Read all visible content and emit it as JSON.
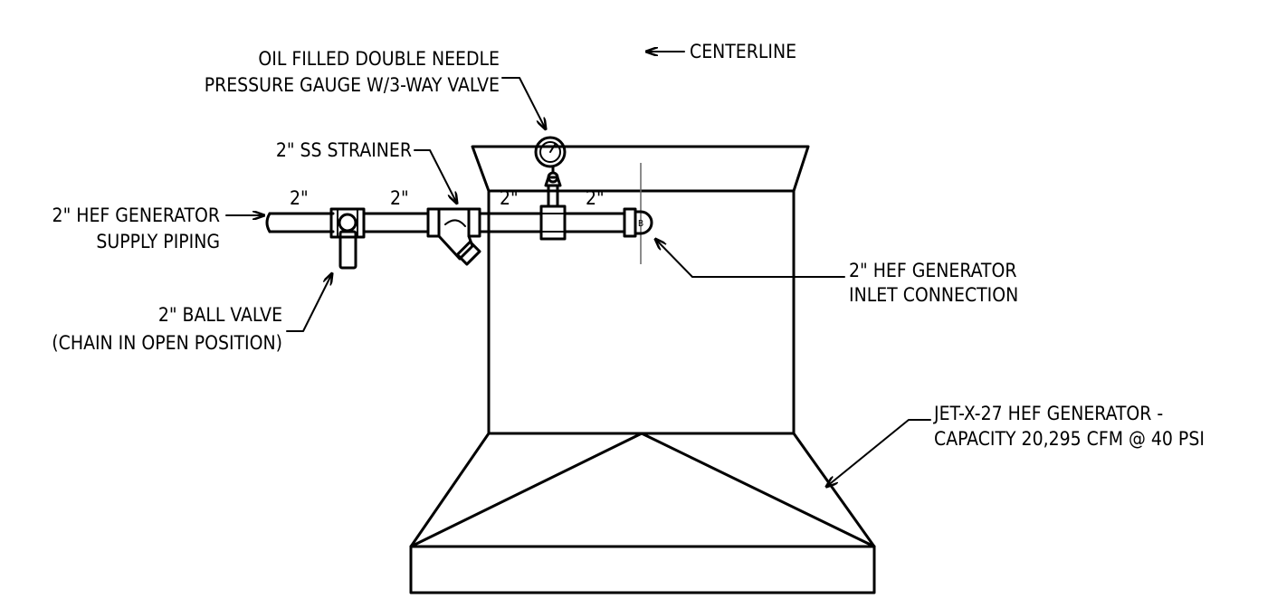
{
  "labels": {
    "centerline": "CENTERLINE",
    "gauge_line1": "OIL FILLED DOUBLE NEEDLE",
    "gauge_line2": "PRESSURE GAUGE W/3-WAY VALVE",
    "strainer": "2\" SS STRAINER",
    "supply_line1": "2\" HEF GENERATOR",
    "supply_line2": "SUPPLY PIPING",
    "ball_valve_line1": "2\" BALL VALVE",
    "ball_valve_line2": "(CHAIN IN OPEN POSITION)",
    "inlet_line1": "2\" HEF GENERATOR",
    "inlet_line2": "INLET CONNECTION",
    "generator_line1": "JET-X-27 HEF GENERATOR -",
    "generator_line2": "CAPACITY 20,295 CFM @ 40 PSI"
  },
  "pipe_sizes": [
    "2\"",
    "2\"",
    "2\"",
    "2\""
  ]
}
